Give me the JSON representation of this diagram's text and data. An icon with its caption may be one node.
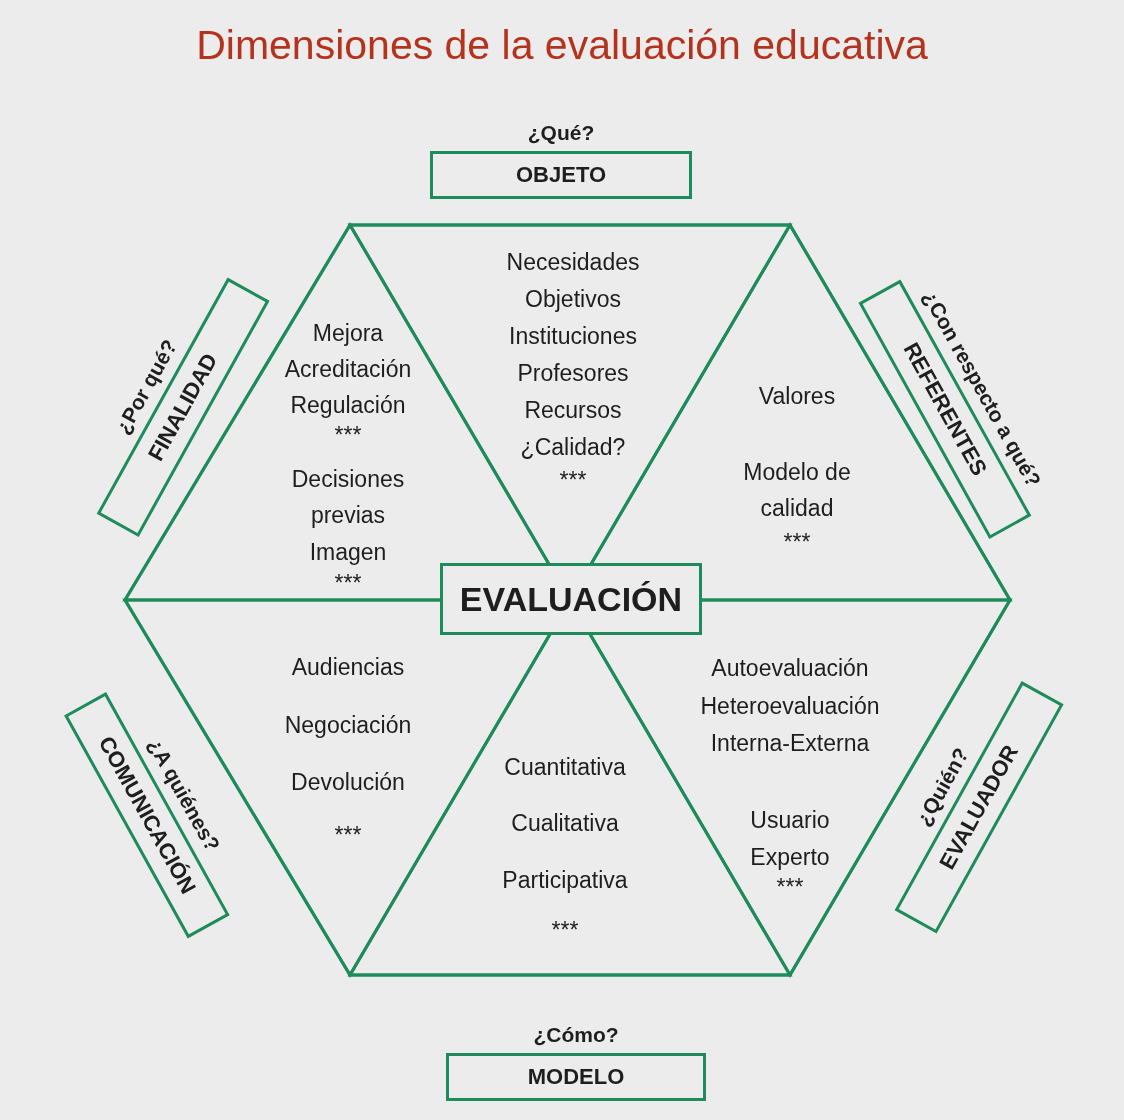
{
  "diagram": {
    "title": "Dimensiones de la evaluación educativa",
    "nodes": [
      {
        "text": [
          "¿Qué?",
          "OBJETO"
        ]
      },
      {
        "text": [
          "¿Por qué?",
          "FINALIDAD"
        ]
      },
      {
        "text": [
          "¿Con respecto a qué?",
          "REFERENTES"
        ]
      },
      {
        "text": [],
        "shape": "hexagon"
      },
      {
        "text": [
          "Mejora",
          "Acreditación",
          "Regulación",
          "***",
          "Decisiones previas",
          "Imagen",
          "***"
        ],
        "in": 3
      },
      {
        "text": [
          "Necesidades",
          "Objetivos",
          "Instituciones",
          "Profesores",
          "Recursos",
          "¿Calidad?",
          "***"
        ],
        "in": 3
      },
      {
        "text": [
          "Valores",
          "Modelo de calidad",
          "***"
        ],
        "in": 3
      },
      {
        "text": [
          "EVALUACIÓN"
        ],
        "in": 3
      },
      {
        "text": [
          "Audiencias",
          "Negociación",
          "Devolución",
          "***"
        ],
        "in": 3
      },
      {
        "text": [
          "Cuantitativa",
          "Cualitativa",
          "Participativa",
          "***"
        ],
        "in": 3
      },
      {
        "text": [
          "Autoevaluación",
          "Heteroevaluación",
          "Interna-Externa",
          "Usuario",
          "Experto",
          "***"
        ],
        "in": 3
      },
      {
        "text": [
          "¿A quiénes?",
          "COMUNICACIÓN"
        ]
      },
      {
        "text": [
          "¿Quién?",
          "EVALUADOR"
        ]
      },
      {
        "text": [
          "¿Cómo?",
          "MODELO"
        ]
      }
    ]
  }
}
